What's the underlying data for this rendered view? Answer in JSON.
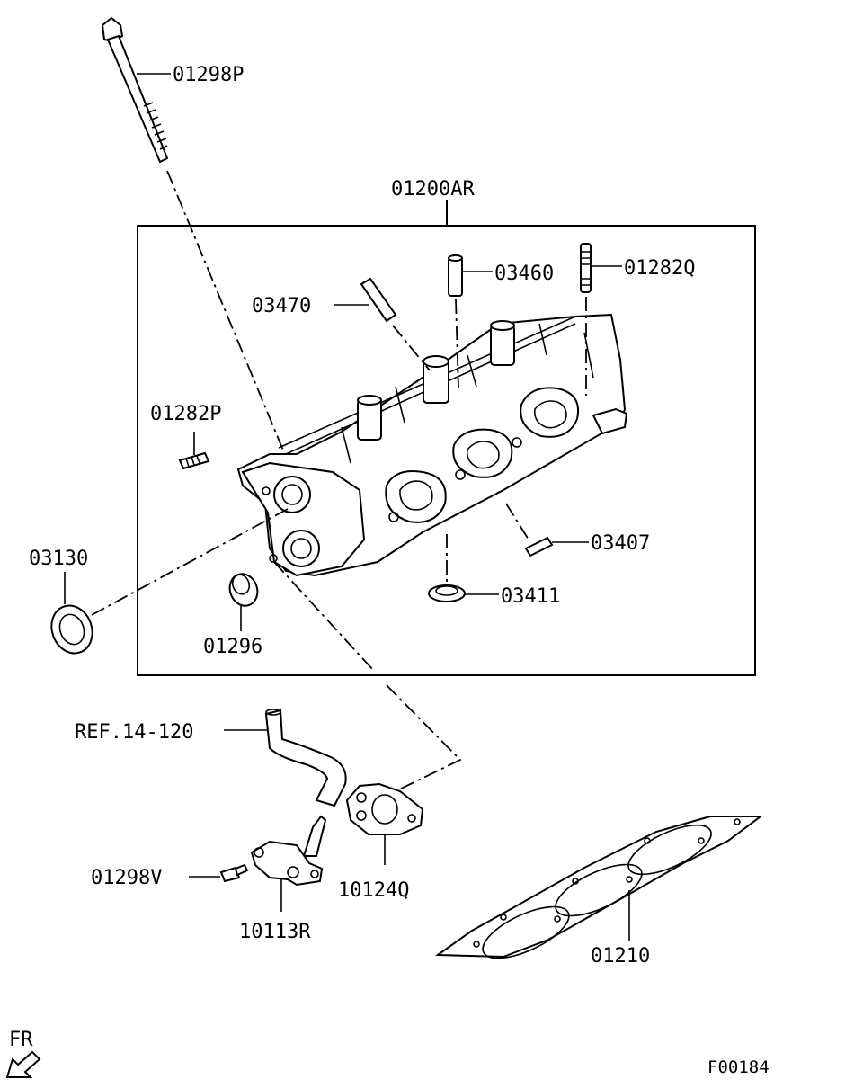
{
  "diagram": {
    "assembly_label": "01200AR",
    "figure_code": "F00184",
    "front_indicator": "FR",
    "parts": {
      "bolt_long": "01298P",
      "valve_guide": "03470",
      "stud_a": "03460",
      "stud_b": "01282Q",
      "stud_c": "01282P",
      "oil_seal": "03130",
      "plug": "01296",
      "seal_ring": "03407",
      "valve_stem_seal": "03411",
      "hose_ref": "REF.14-120",
      "bolt_short": "01298V",
      "water_outlet": "10113R",
      "gasket_outlet": "10124Q",
      "head_gasket": "01210"
    }
  }
}
